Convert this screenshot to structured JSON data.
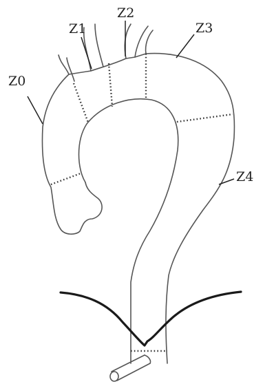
{
  "labels": {
    "z0": "Z0",
    "z1": "Z1",
    "z2": "Z2",
    "z3": "Z3",
    "z4": "Z4"
  }
}
